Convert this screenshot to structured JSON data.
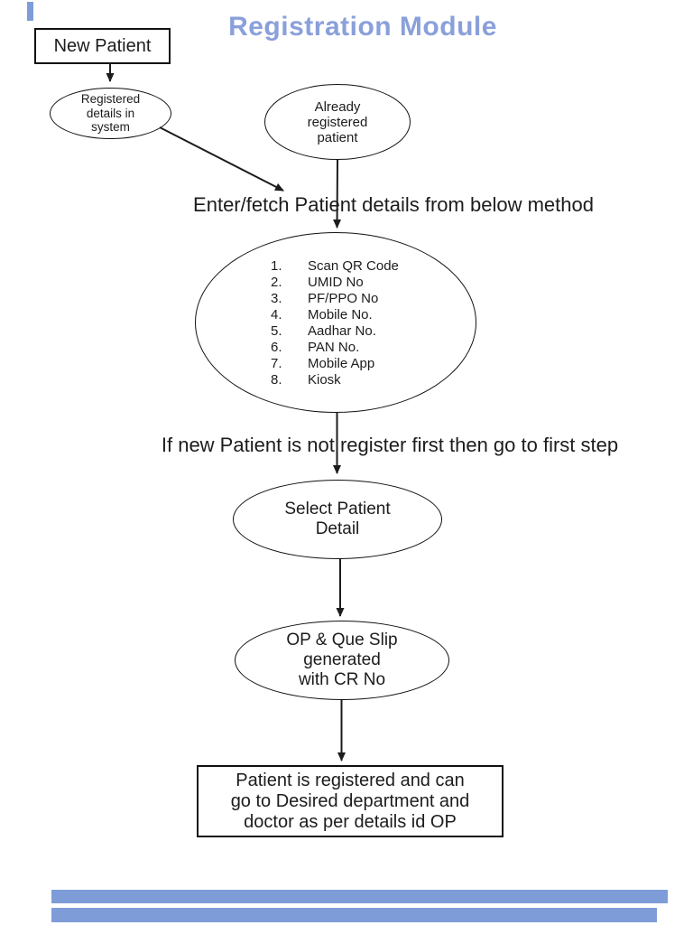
{
  "title": "Registration Module",
  "colors": {
    "title_blue": "#8AA0DA",
    "selection_blue": "#7E9CD8",
    "shape_stroke": "#1C1C1C",
    "background": "#FFFFFF"
  },
  "captions": {
    "enter_fetch": "Enter/fetch Patient details from below method",
    "if_new": "If new Patient is not register first then go to first step"
  },
  "nodes": {
    "new_patient": {
      "label": "New Patient"
    },
    "registered_details": {
      "lines": [
        "Registered",
        "details in",
        "system"
      ]
    },
    "already_registered": {
      "lines": [
        "Already",
        "registered",
        "patient"
      ]
    },
    "methods": {
      "items": [
        {
          "n": "1.",
          "label": "Scan QR Code"
        },
        {
          "n": "2.",
          "label": "UMID No"
        },
        {
          "n": "3.",
          "label": "PF/PPO No"
        },
        {
          "n": "4.",
          "label": "Mobile No."
        },
        {
          "n": "5.",
          "label": "Aadhar No."
        },
        {
          "n": "6.",
          "label": "PAN No."
        },
        {
          "n": "7.",
          "label": "Mobile App"
        },
        {
          "n": "8.",
          "label": "Kiosk"
        }
      ]
    },
    "select_patient": {
      "lines": [
        "Select Patient",
        "Detail"
      ]
    },
    "op_que_slip": {
      "lines": [
        "OP & Que Slip",
        "generated",
        "with CR No"
      ]
    },
    "final": {
      "lines": [
        "Patient is registered and can",
        "go to Desired department and",
        "doctor as per details id OP"
      ]
    }
  }
}
